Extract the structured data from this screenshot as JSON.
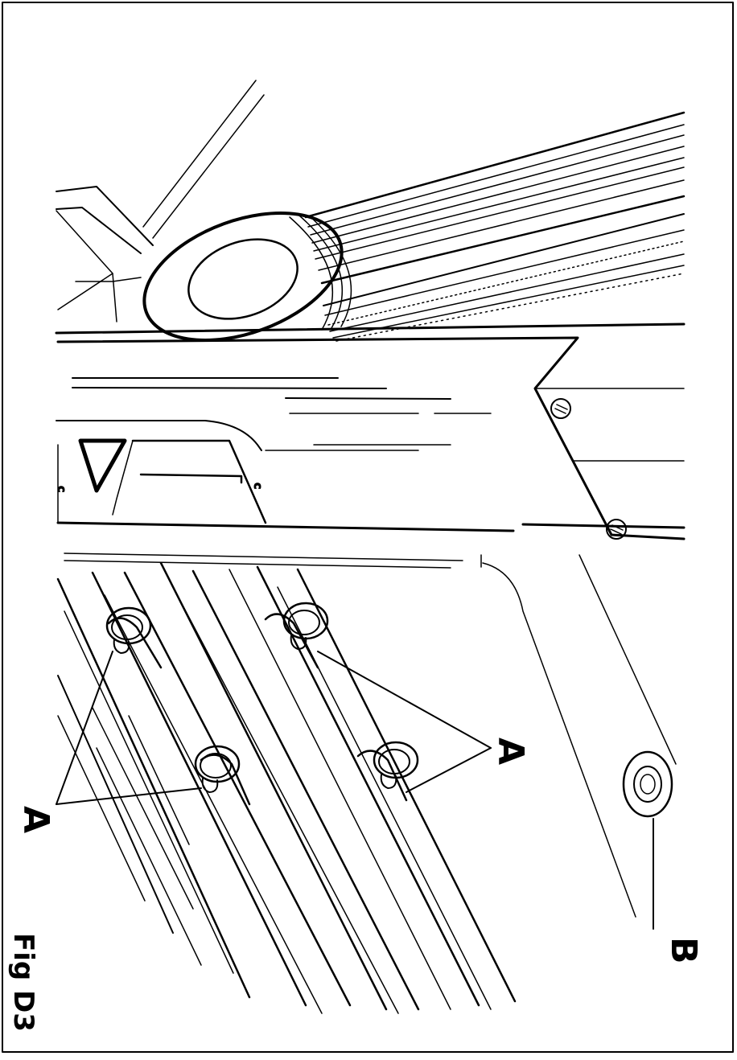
{
  "figure": {
    "caption": "Fig D3",
    "labels": {
      "bolt_a_left": "A",
      "bolt_a_right": "A",
      "bolt_b": "B"
    },
    "colors": {
      "ink": "#000000",
      "paper": "#ffffff"
    }
  }
}
